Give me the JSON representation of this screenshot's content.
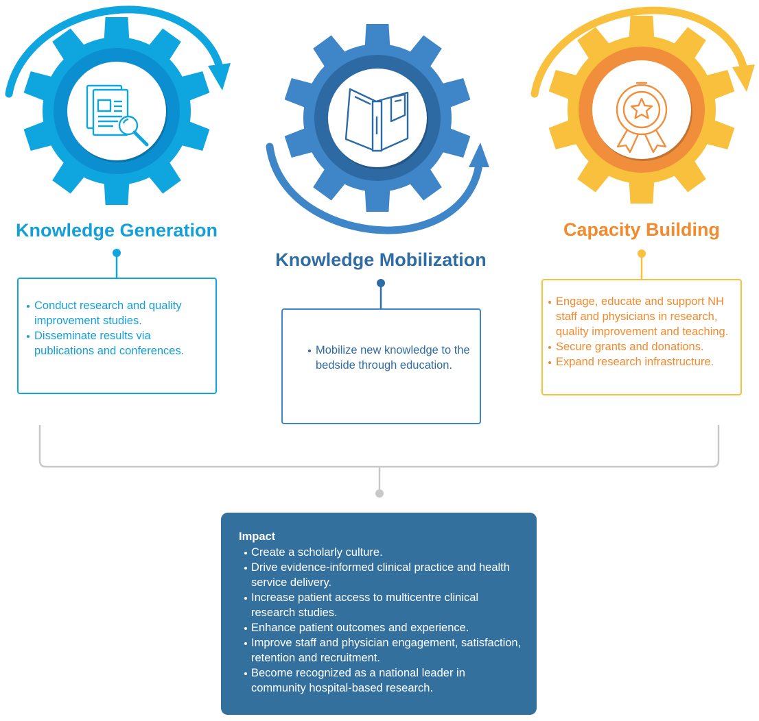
{
  "colors": {
    "generation": "#0fa6e0",
    "generation_dark": "#0b8fd0",
    "generation_heading": "#149fd8",
    "mobilization": "#3f86c8",
    "mobilization_dark": "#2d6aa3",
    "mobilization_heading": "#2f6ca3",
    "capacity": "#f9c03e",
    "capacity_dark": "#f08e3c",
    "capacity_heading": "#f28a2e",
    "connector": "#c8c8c8",
    "impact_bg": "#33709e"
  },
  "generation": {
    "icon": "document-search-icon",
    "heading": "Knowledge Generation",
    "bullets": [
      "Conduct research and quality improvement studies.",
      "Disseminate results via publications and conferences."
    ]
  },
  "mobilization": {
    "icon": "open-book-icon",
    "heading": "Knowledge Mobilization",
    "bullets": [
      "Mobilize new knowledge to the bedside through education."
    ]
  },
  "capacity": {
    "icon": "award-ribbon-icon",
    "heading": "Capacity Building",
    "bullets": [
      "Engage, educate and support NH staff and physicians in research, quality improvement and teaching.",
      "Secure grants and donations.",
      "Expand research infrastructure."
    ]
  },
  "impact": {
    "title": "Impact",
    "bullets": [
      "Create a scholarly culture.",
      "Drive evidence-informed clinical practice and health service delivery.",
      "Increase patient access to multicentre clinical research studies.",
      "Enhance patient outcomes and experience.",
      "Improve staff and physician engagement, satisfaction, retention and recruitment.",
      "Become recognized as a national leader in community hospital-based research."
    ]
  }
}
